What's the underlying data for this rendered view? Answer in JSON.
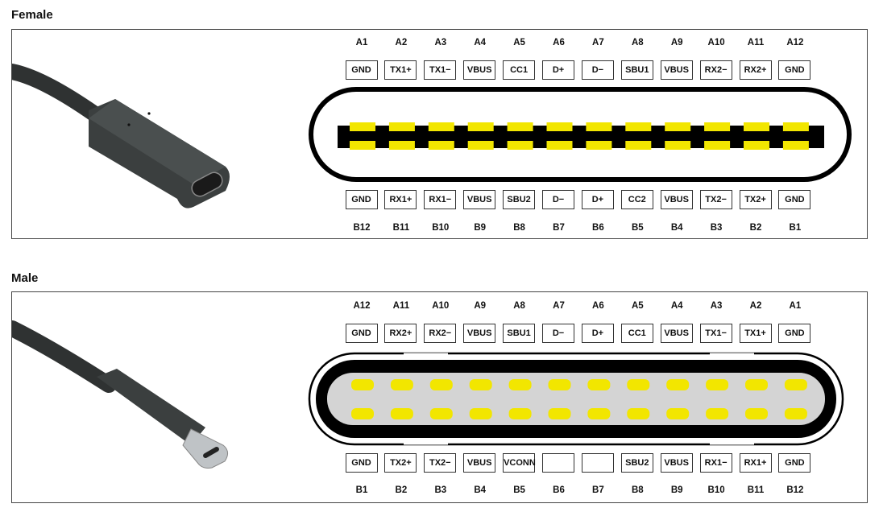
{
  "female": {
    "title": "Female",
    "top_numbers": [
      "A1",
      "A2",
      "A3",
      "A4",
      "A5",
      "A6",
      "A7",
      "A8",
      "A9",
      "A10",
      "A11",
      "A12"
    ],
    "top_signals": [
      "GND",
      "TX1+",
      "TX1−",
      "VBUS",
      "CC1",
      "D+",
      "D−",
      "SBU1",
      "VBUS",
      "RX2−",
      "RX2+",
      "GND"
    ],
    "bottom_signals": [
      "GND",
      "RX1+",
      "RX1−",
      "VBUS",
      "SBU2",
      "D−",
      "D+",
      "CC2",
      "VBUS",
      "TX2−",
      "TX2+",
      "GND"
    ],
    "bottom_numbers": [
      "B12",
      "B11",
      "B10",
      "B9",
      "B8",
      "B7",
      "B6",
      "B5",
      "B4",
      "B3",
      "B2",
      "B1"
    ]
  },
  "male": {
    "title": "Male",
    "top_numbers": [
      "A12",
      "A11",
      "A10",
      "A9",
      "A8",
      "A7",
      "A6",
      "A5",
      "A4",
      "A3",
      "A2",
      "A1"
    ],
    "top_signals": [
      "GND",
      "RX2+",
      "RX2−",
      "VBUS",
      "SBU1",
      "D−",
      "D+",
      "CC1",
      "VBUS",
      "TX1−",
      "TX1+",
      "GND"
    ],
    "bottom_signals": [
      "GND",
      "TX2+",
      "TX2−",
      "VBUS",
      "VCONN",
      "",
      "",
      "SBU2",
      "VBUS",
      "RX1−",
      "RX1+",
      "GND"
    ],
    "bottom_numbers": [
      "B1",
      "B2",
      "B3",
      "B4",
      "B5",
      "B6",
      "B7",
      "B8",
      "B9",
      "B10",
      "B11",
      "B12"
    ]
  },
  "colors": {
    "pin": "#f2e600",
    "connector": "#000000",
    "male_inner": "#d4d4d4",
    "cable": "#3a3d3d"
  }
}
